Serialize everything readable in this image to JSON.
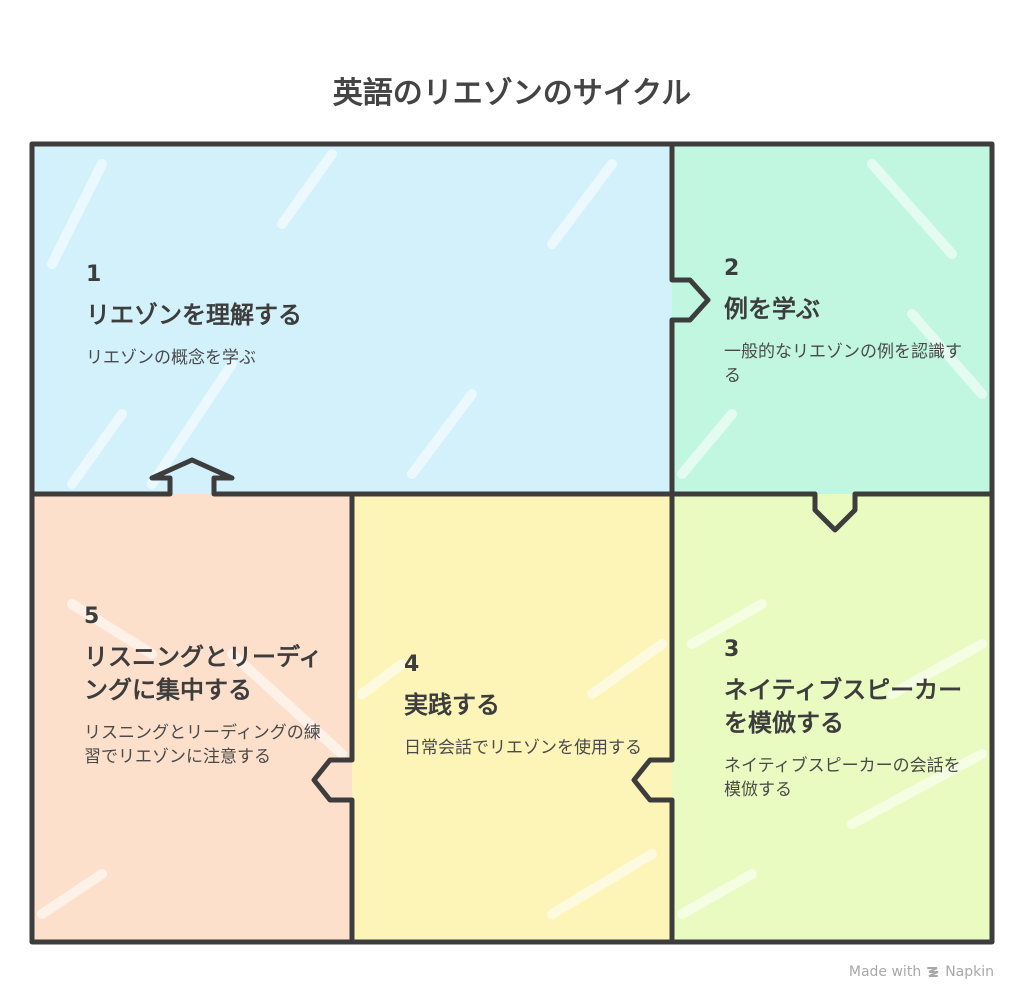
{
  "title": "英語のリエゾンのサイクル",
  "colors": {
    "step1": "#d3f1fb",
    "step2": "#c1f7e0",
    "step3": "#e9fbc1",
    "step4": "#fdf5b8",
    "step5": "#fde0cc",
    "outline": "#3d3d3d"
  },
  "steps": [
    {
      "number": "1",
      "heading": "リエゾンを理解する",
      "description": "リエゾンの概念を学ぶ"
    },
    {
      "number": "2",
      "heading": "例を学ぶ",
      "description": "一般的なリエゾンの例を認識する"
    },
    {
      "number": "3",
      "heading": "ネイティブスピーカーを模倣する",
      "description": "ネイティブスピーカーの会話を模倣する"
    },
    {
      "number": "4",
      "heading": "実践する",
      "description": "日常会話でリエゾンを使用する"
    },
    {
      "number": "5",
      "heading": "リスニングとリーディングに集中する",
      "description": "リスニングとリーディングの練習でリエゾンに注意する"
    }
  ],
  "flow": [
    "1→2",
    "2→3",
    "3→4",
    "4→5",
    "5→1"
  ],
  "footer": {
    "made_with": "Made with",
    "brand": "Napkin"
  }
}
